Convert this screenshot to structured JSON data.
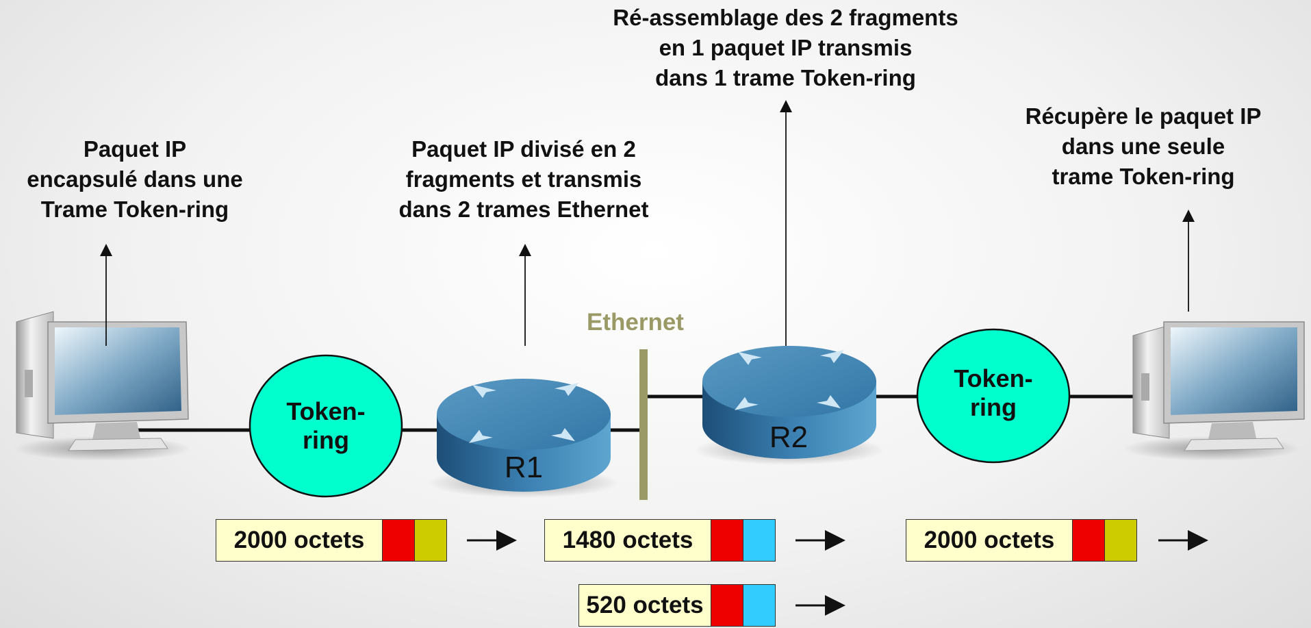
{
  "annotations": {
    "host_left": [
      "Paquet IP",
      "encapsulé dans une",
      "Trame Token-ring"
    ],
    "r1": [
      "Paquet IP divisé en 2",
      "fragments et transmis",
      "dans 2 trames Ethernet"
    ],
    "r2": [
      "Ré-assemblage des 2 fragments",
      "en 1 paquet IP transmis",
      "dans 1 trame Token-ring"
    ],
    "host_right": [
      "Récupère le paquet IP",
      "dans une seule",
      "trame Token-ring"
    ]
  },
  "networks": {
    "token_ring_left": [
      "Token-",
      "ring"
    ],
    "token_ring_right": [
      "Token-",
      "ring"
    ],
    "ethernet": "Ethernet"
  },
  "routers": {
    "r1": "R1",
    "r2": "R2"
  },
  "frames": {
    "left": {
      "payload": "2000 octets",
      "colors": [
        "#ee0000",
        "#cccc00"
      ]
    },
    "middle_1": {
      "payload": "1480 octets",
      "colors": [
        "#ee0000",
        "#33ccff"
      ]
    },
    "middle_2": {
      "payload": "520 octets",
      "colors": [
        "#ee0000",
        "#33ccff"
      ]
    },
    "right": {
      "payload": "2000 octets",
      "colors": [
        "#ee0000",
        "#cccc00"
      ]
    }
  },
  "colors": {
    "token_ring": "#00ffcc",
    "ethernet": "#9a9a66",
    "router": "#2f6fa0",
    "frame_payload": "#ffffcc"
  },
  "icons": [
    "computer-icon",
    "router-icon"
  ]
}
